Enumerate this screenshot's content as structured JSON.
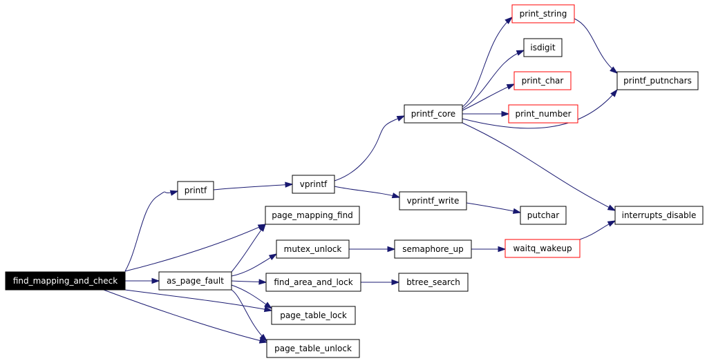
{
  "graph": {
    "root": "find_mapping_and_check",
    "nodes": [
      {
        "id": "find_mapping_and_check",
        "label": "find_mapping_and_check",
        "kind": "root"
      },
      {
        "id": "printf",
        "label": "printf",
        "kind": "normal"
      },
      {
        "id": "vprintf",
        "label": "vprintf",
        "kind": "normal"
      },
      {
        "id": "printf_core",
        "label": "printf_core",
        "kind": "normal"
      },
      {
        "id": "print_string",
        "label": "print_string",
        "kind": "truncated"
      },
      {
        "id": "isdigit",
        "label": "isdigit",
        "kind": "normal"
      },
      {
        "id": "print_char",
        "label": "print_char",
        "kind": "truncated"
      },
      {
        "id": "print_number",
        "label": "print_number",
        "kind": "truncated"
      },
      {
        "id": "printf_putnchars",
        "label": "printf_putnchars",
        "kind": "normal"
      },
      {
        "id": "interrupts_disable",
        "label": "interrupts_disable",
        "kind": "normal"
      },
      {
        "id": "vprintf_write",
        "label": "vprintf_write",
        "kind": "normal"
      },
      {
        "id": "putchar",
        "label": "putchar",
        "kind": "normal"
      },
      {
        "id": "page_mapping_find",
        "label": "page_mapping_find",
        "kind": "normal"
      },
      {
        "id": "as_page_fault",
        "label": "as_page_fault",
        "kind": "normal"
      },
      {
        "id": "mutex_unlock",
        "label": "mutex_unlock",
        "kind": "normal"
      },
      {
        "id": "semaphore_up",
        "label": "semaphore_up",
        "kind": "normal"
      },
      {
        "id": "waitq_wakeup",
        "label": "waitq_wakeup",
        "kind": "truncated"
      },
      {
        "id": "find_area_and_lock",
        "label": "find_area_and_lock",
        "kind": "normal"
      },
      {
        "id": "btree_search",
        "label": "btree_search",
        "kind": "normal"
      },
      {
        "id": "page_table_lock",
        "label": "page_table_lock",
        "kind": "normal"
      },
      {
        "id": "page_table_unlock",
        "label": "page_table_unlock",
        "kind": "normal"
      }
    ],
    "edges": [
      {
        "from": "find_mapping_and_check",
        "to": "printf"
      },
      {
        "from": "find_mapping_and_check",
        "to": "page_mapping_find"
      },
      {
        "from": "find_mapping_and_check",
        "to": "as_page_fault"
      },
      {
        "from": "find_mapping_and_check",
        "to": "page_table_lock"
      },
      {
        "from": "find_mapping_and_check",
        "to": "page_table_unlock"
      },
      {
        "from": "printf",
        "to": "vprintf"
      },
      {
        "from": "vprintf",
        "to": "printf_core"
      },
      {
        "from": "vprintf",
        "to": "vprintf_write"
      },
      {
        "from": "printf_core",
        "to": "print_string"
      },
      {
        "from": "printf_core",
        "to": "isdigit"
      },
      {
        "from": "printf_core",
        "to": "print_char"
      },
      {
        "from": "printf_core",
        "to": "print_number"
      },
      {
        "from": "printf_core",
        "to": "printf_putnchars"
      },
      {
        "from": "printf_core",
        "to": "interrupts_disable"
      },
      {
        "from": "print_string",
        "to": "printf_putnchars"
      },
      {
        "from": "vprintf_write",
        "to": "putchar"
      },
      {
        "from": "as_page_fault",
        "to": "page_mapping_find"
      },
      {
        "from": "as_page_fault",
        "to": "mutex_unlock"
      },
      {
        "from": "as_page_fault",
        "to": "find_area_and_lock"
      },
      {
        "from": "as_page_fault",
        "to": "page_table_lock"
      },
      {
        "from": "as_page_fault",
        "to": "page_table_unlock"
      },
      {
        "from": "mutex_unlock",
        "to": "semaphore_up"
      },
      {
        "from": "semaphore_up",
        "to": "waitq_wakeup"
      },
      {
        "from": "waitq_wakeup",
        "to": "interrupts_disable"
      },
      {
        "from": "find_area_and_lock",
        "to": "btree_search"
      }
    ]
  },
  "colors": {
    "edge": "#191970",
    "node_border": "#000000",
    "truncated_border": "#ff0000",
    "root_fill": "#000000",
    "root_text": "#ffffff",
    "background": "#ffffff"
  }
}
